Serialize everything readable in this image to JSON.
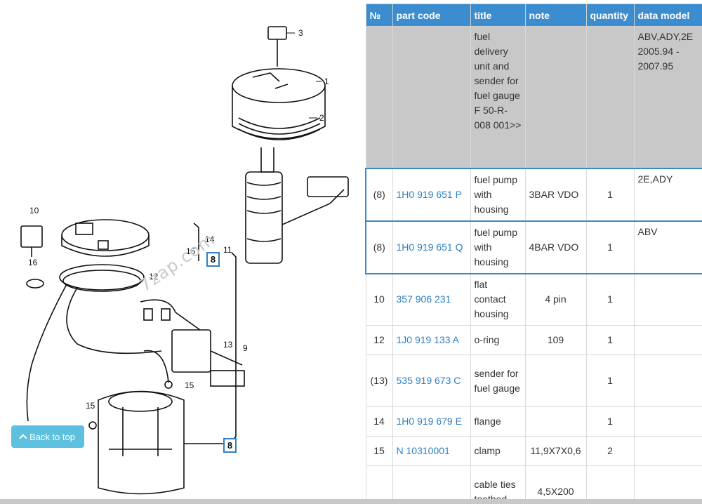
{
  "diagram": {
    "labels": [
      "3",
      "1",
      "2",
      "10",
      "14",
      "15",
      "11",
      "16",
      "12",
      "13",
      "9",
      "15",
      "15"
    ],
    "callouts": [
      "8",
      "8"
    ],
    "watermark": "7zap.com"
  },
  "back_to_top": {
    "label": "Back to top"
  },
  "table": {
    "headers": [
      "№",
      "part code",
      "title",
      "note",
      "quantity",
      "data model"
    ],
    "rows": [
      {
        "num": "",
        "code": "",
        "title": "fuel delivery unit and sender for fuel gauge F 50-R-008 001>>",
        "note": "",
        "qty": "",
        "model": "ABV,ADY,2E 2005.94 - 2007.95"
      },
      {
        "num": "(8)",
        "code": "1H0 919 651 P",
        "title": "fuel pump with housing",
        "note": "3BAR VDO",
        "qty": "1",
        "model": "2E,ADY"
      },
      {
        "num": "(8)",
        "code": "1H0 919 651 Q",
        "title": "fuel pump with housing",
        "note": "4BAR VDO",
        "qty": "1",
        "model": "ABV"
      },
      {
        "num": "10",
        "code": "357 906 231",
        "title": "flat contact housing",
        "note": "4 pin",
        "qty": "1",
        "model": ""
      },
      {
        "num": "12",
        "code": "1J0 919 133 A",
        "title": "o-ring",
        "note": "109",
        "qty": "1",
        "model": ""
      },
      {
        "num": "(13)",
        "code": "535 919 673 C",
        "title": "sender for fuel gauge",
        "note": "",
        "qty": "1",
        "model": ""
      },
      {
        "num": "14",
        "code": "1H0 919 679 E",
        "title": "flange",
        "note": "",
        "qty": "1",
        "model": ""
      },
      {
        "num": "15",
        "code": "N  10310001",
        "title": "clamp",
        "note": "11,9X7X0,6",
        "qty": "2",
        "model": ""
      },
      {
        "num": "",
        "code": "",
        "title": "cable ties toothed",
        "note": "4,5X200",
        "qty": "",
        "model": ""
      }
    ]
  }
}
